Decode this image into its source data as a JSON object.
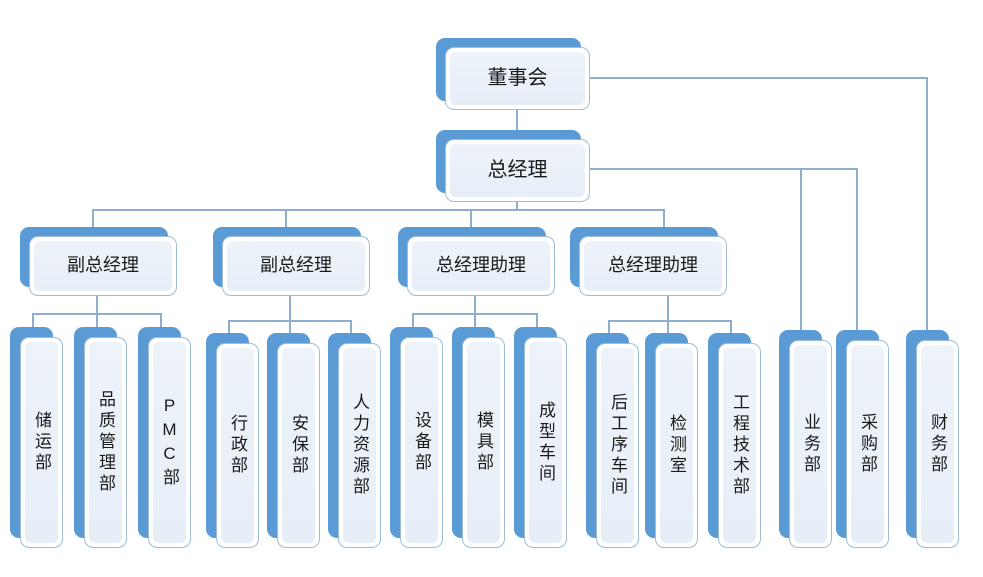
{
  "chart": {
    "type": "org-chart",
    "title": "",
    "orientation": "top-down",
    "colors": {
      "node_back": "#5b9bd5",
      "node_front_fill": "#eaf0f8",
      "node_border": "#9dbdd8",
      "connector": "#8eaecd",
      "text": "#1a1a1a",
      "background": "#ffffff"
    },
    "levels": [
      {
        "level": 1,
        "nodes": [
          {
            "id": "board",
            "label": "董事会"
          }
        ]
      },
      {
        "level": 2,
        "nodes": [
          {
            "id": "gm",
            "label": "总经理"
          }
        ]
      },
      {
        "level": 3,
        "nodes": [
          {
            "id": "vgm1",
            "label": "副总经理"
          },
          {
            "id": "vgm2",
            "label": "副总经理"
          },
          {
            "id": "asst1",
            "label": "总经理助理"
          },
          {
            "id": "asst2",
            "label": "总经理助理"
          }
        ]
      },
      {
        "level": 4,
        "nodes": [
          {
            "id": "dept01",
            "label": "储运部",
            "parent": "vgm1"
          },
          {
            "id": "dept02",
            "label": "品质管理部",
            "parent": "vgm1"
          },
          {
            "id": "dept03",
            "label": "PMC部",
            "parent": "vgm1"
          },
          {
            "id": "dept04",
            "label": "行政部",
            "parent": "vgm2"
          },
          {
            "id": "dept05",
            "label": "安保部",
            "parent": "vgm2"
          },
          {
            "id": "dept06",
            "label": "人力资源部",
            "parent": "vgm2"
          },
          {
            "id": "dept07",
            "label": "设备部",
            "parent": "asst1"
          },
          {
            "id": "dept08",
            "label": "模具部",
            "parent": "asst1"
          },
          {
            "id": "dept09",
            "label": "成型车间",
            "parent": "asst1"
          },
          {
            "id": "dept10",
            "label": "后工序车间",
            "parent": "asst2"
          },
          {
            "id": "dept11",
            "label": "检测室",
            "parent": "asst2"
          },
          {
            "id": "dept12",
            "label": "工程技术部",
            "parent": "asst2"
          },
          {
            "id": "dept13",
            "label": "业务部",
            "parent": "gm"
          },
          {
            "id": "dept14",
            "label": "采购部",
            "parent": "gm"
          },
          {
            "id": "dept15",
            "label": "财务部",
            "parent": "board"
          }
        ]
      }
    ]
  }
}
